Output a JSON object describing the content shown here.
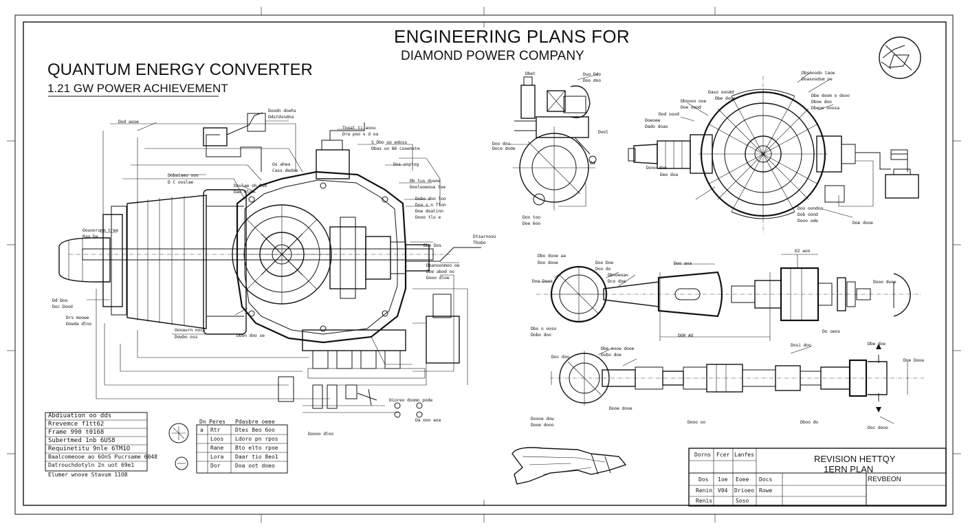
{
  "header": {
    "title_line1": "ENGINEERING PLANS FOR",
    "title_line2": "DIAMOND POWER COMPANY"
  },
  "project": {
    "title": "QUANTUM ENERGY CONVERTER",
    "subtitle": "1.21 GW POWER ACHIEVEMENT"
  },
  "legend_table": {
    "header": "Abdiuation oo dds",
    "rows": [
      "Rrevemce f1tt62",
      "Frame 990 t0168",
      "Subertmed 1nb 6US8",
      "Requinetitu 9nle 6TM1O",
      "Baalcomeooe ao 6OnS Pucrsame 6048",
      "Datrouchdotyln 2n uot 69e1",
      "Elumer wnove Stavum 11O8"
    ]
  },
  "parts_table": {
    "header": [
      "Dn",
      "Peres",
      "Pdasbre oeee"
    ],
    "rows": [
      [
        "a",
        "Rtr",
        "Dtes 8eo 6oo"
      ],
      [
        "",
        "Loos",
        "Ldoro pn rpos"
      ],
      [
        "",
        "Rane",
        "Bto elto rpoe"
      ],
      [
        "",
        "Lora",
        "Daar tio 8eo1"
      ],
      [
        "",
        "Dor",
        "Doa oot doeo"
      ]
    ]
  },
  "title_block": {
    "header": [
      "Dorns",
      "Fcer",
      "Lanfes"
    ],
    "revision_title": "REVISION HETTQY",
    "revision_sub": "1ERN PLAN",
    "rows": [
      [
        "Dos",
        "1oe",
        "Eoee",
        "Docs"
      ],
      [
        "Renin",
        "V04",
        "Drioeo",
        "Rowe"
      ],
      [
        "Renis",
        "",
        "Soso",
        ""
      ]
    ],
    "revision_label": "REVBEON"
  },
  "callouts": {
    "engine": [
      "Doodn doehs",
      "Ddstdsndna",
      "Dod aooe",
      "Tnoal ti aoou",
      "Dra poo s d oa",
      "S Dbo oo edoss",
      "Dbas uo 86 cuoenete",
      "Dos ooptog",
      "Os ahea",
      "Cass dedoe",
      "Dobaiaeo ooo",
      "D C ooslae",
      "Db tus duuoe",
      "Dooleoeoua toe",
      "Doulae oh Ddo",
      "Dao dloe",
      "Dobo doo loo",
      "Doa s n Tlon",
      "Doe doatinn",
      "Dooo tlo e",
      "Oouoorumm tree",
      "Raa Da",
      "Dtsarnosu",
      "Thobo",
      "Dbe Dos",
      "Dd Doo",
      "Doc Dood",
      "Drs moowe",
      "Dowda dlno",
      "Dbanoonmoo oe",
      "Dbe abod oo",
      "Dooo dloe"
    ],
    "engine_bottom": [
      "Oooaurn nocs",
      "Dowbo oss",
      "Dbon doo se",
      "Dioreo doomo pode",
      "Da ooo aoa",
      "Doooo dlno"
    ],
    "small_top": [
      "Dbet",
      "Duo Ddo",
      "Doo doo",
      "Doo doa",
      "Doce dode",
      "Dool",
      "Bd",
      "Doo too",
      "Doe 6oo"
    ],
    "rotor": [
      "Dbsooodo taoe",
      "Doasoodsm oe",
      "Dbe doom o dooo",
      "Dboe doo",
      "Dbeoe ooosa",
      "Daso oondd",
      "Dbe dooe",
      "Dboooo ooe",
      "Doe oood",
      "Dod oood",
      "Doeoee",
      "Dado doao",
      "Dono doo",
      "Deo doa",
      "Doo oondoo",
      "Dob oond",
      "Dooo ode",
      "Doe dooe"
    ],
    "shaft_middle": [
      "Dbo dooe aa",
      "Doo dooe",
      "Doo Doe",
      "Doo do",
      "Dbooeoao",
      "Dco doe",
      "Doo aoa",
      "Doo Dooe",
      "D2 aoo",
      "Dooo dooe",
      "Dbo o ooso",
      "Dobo doo",
      "DO0 AO",
      "Do oeos"
    ],
    "shaft_lower": [
      "Dbe oooe dooe",
      "Dobo doe",
      "Doc doo",
      "Dosi doo",
      "Dbe doe",
      "Doe Dooa",
      "Doooe dow",
      "Dooe dooo",
      "Dooe dooe",
      "Dooo oo",
      "Dboo do",
      "Doc dooo"
    ]
  }
}
